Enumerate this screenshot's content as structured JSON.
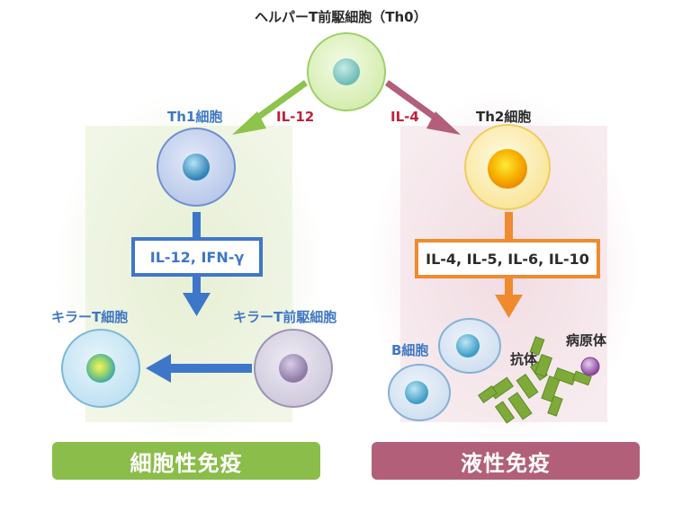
{
  "title": "ヘルパーT前駆細胞（Th0）",
  "labels": {
    "th1": "Th1細胞",
    "th2": "Th2細胞",
    "il12": "IL-12",
    "il4": "IL-4",
    "killer_t": "キラーT細胞",
    "killer_t_precursor": "キラーT前駆細胞",
    "b_cell": "B細胞",
    "antibody": "抗体",
    "pathogen": "病原体"
  },
  "boxes": {
    "th1_cytokines": "IL-12, IFN-γ",
    "th2_cytokines": "IL-4, IL-5, IL-6, IL-10"
  },
  "bands": {
    "cellular": "細胞性免疫",
    "humoral": "液性免疫"
  },
  "colors": {
    "cellular_bg": "#e3edcf",
    "humoral_bg": "#f1dde2",
    "cellular_band": "#8bbd4a",
    "humoral_band": "#b2607a",
    "blue_accent": "#3e77c9",
    "orange_accent": "#ef8a2e",
    "il_red": "#c0223a"
  }
}
